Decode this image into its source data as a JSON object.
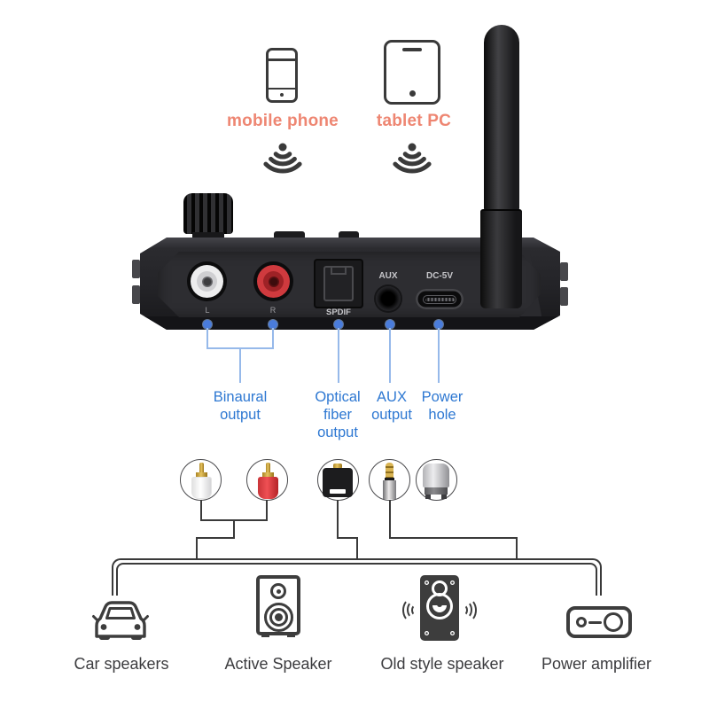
{
  "colors": {
    "accent_orange": "#ee8672",
    "label_blue": "#2e78d2",
    "dot_blue": "#4a7cdb",
    "line_blue": "#96b9ea",
    "outline_dark": "#3a3a3a",
    "device_black": "#232327",
    "rca_red": "#cf3a3e"
  },
  "sources": {
    "mobile_phone": {
      "label": "mobile phone",
      "icon": "smartphone-icon"
    },
    "tablet_pc": {
      "label": "tablet PC",
      "icon": "tablet-icon"
    },
    "signal_icon": "wireless-signal-icon"
  },
  "device": {
    "name": "bluetooth-audio-receiver",
    "port_labels": {
      "left_rca": "L",
      "right_rca": "R",
      "optical": "SPDIF",
      "aux": "AUX",
      "power": "DC-5V"
    }
  },
  "callouts": {
    "binaural": {
      "line1": "Binaural",
      "line2": "output"
    },
    "optical": {
      "line1": "Optical",
      "line2": "fiber",
      "line3": "output"
    },
    "aux": {
      "line1": "AUX",
      "line2": "output"
    },
    "power": {
      "line1": "Power",
      "line2": "hole"
    }
  },
  "connectors": {
    "white_rca": "rca-plug-white-icon",
    "red_rca": "rca-plug-red-icon",
    "optical": "toslink-plug-icon",
    "aux": "aux-jack-plug-icon",
    "usb_c": "usb-c-plug-icon"
  },
  "outputs": {
    "car": {
      "label": "Car speakers",
      "icon": "car-icon"
    },
    "active_speaker": {
      "label": "Active Speaker",
      "icon": "bookshelf-speaker-icon"
    },
    "old_speaker": {
      "label": "Old style speaker",
      "icon": "vintage-speaker-icon"
    },
    "amplifier": {
      "label": "Power amplifier",
      "icon": "amplifier-icon"
    }
  }
}
